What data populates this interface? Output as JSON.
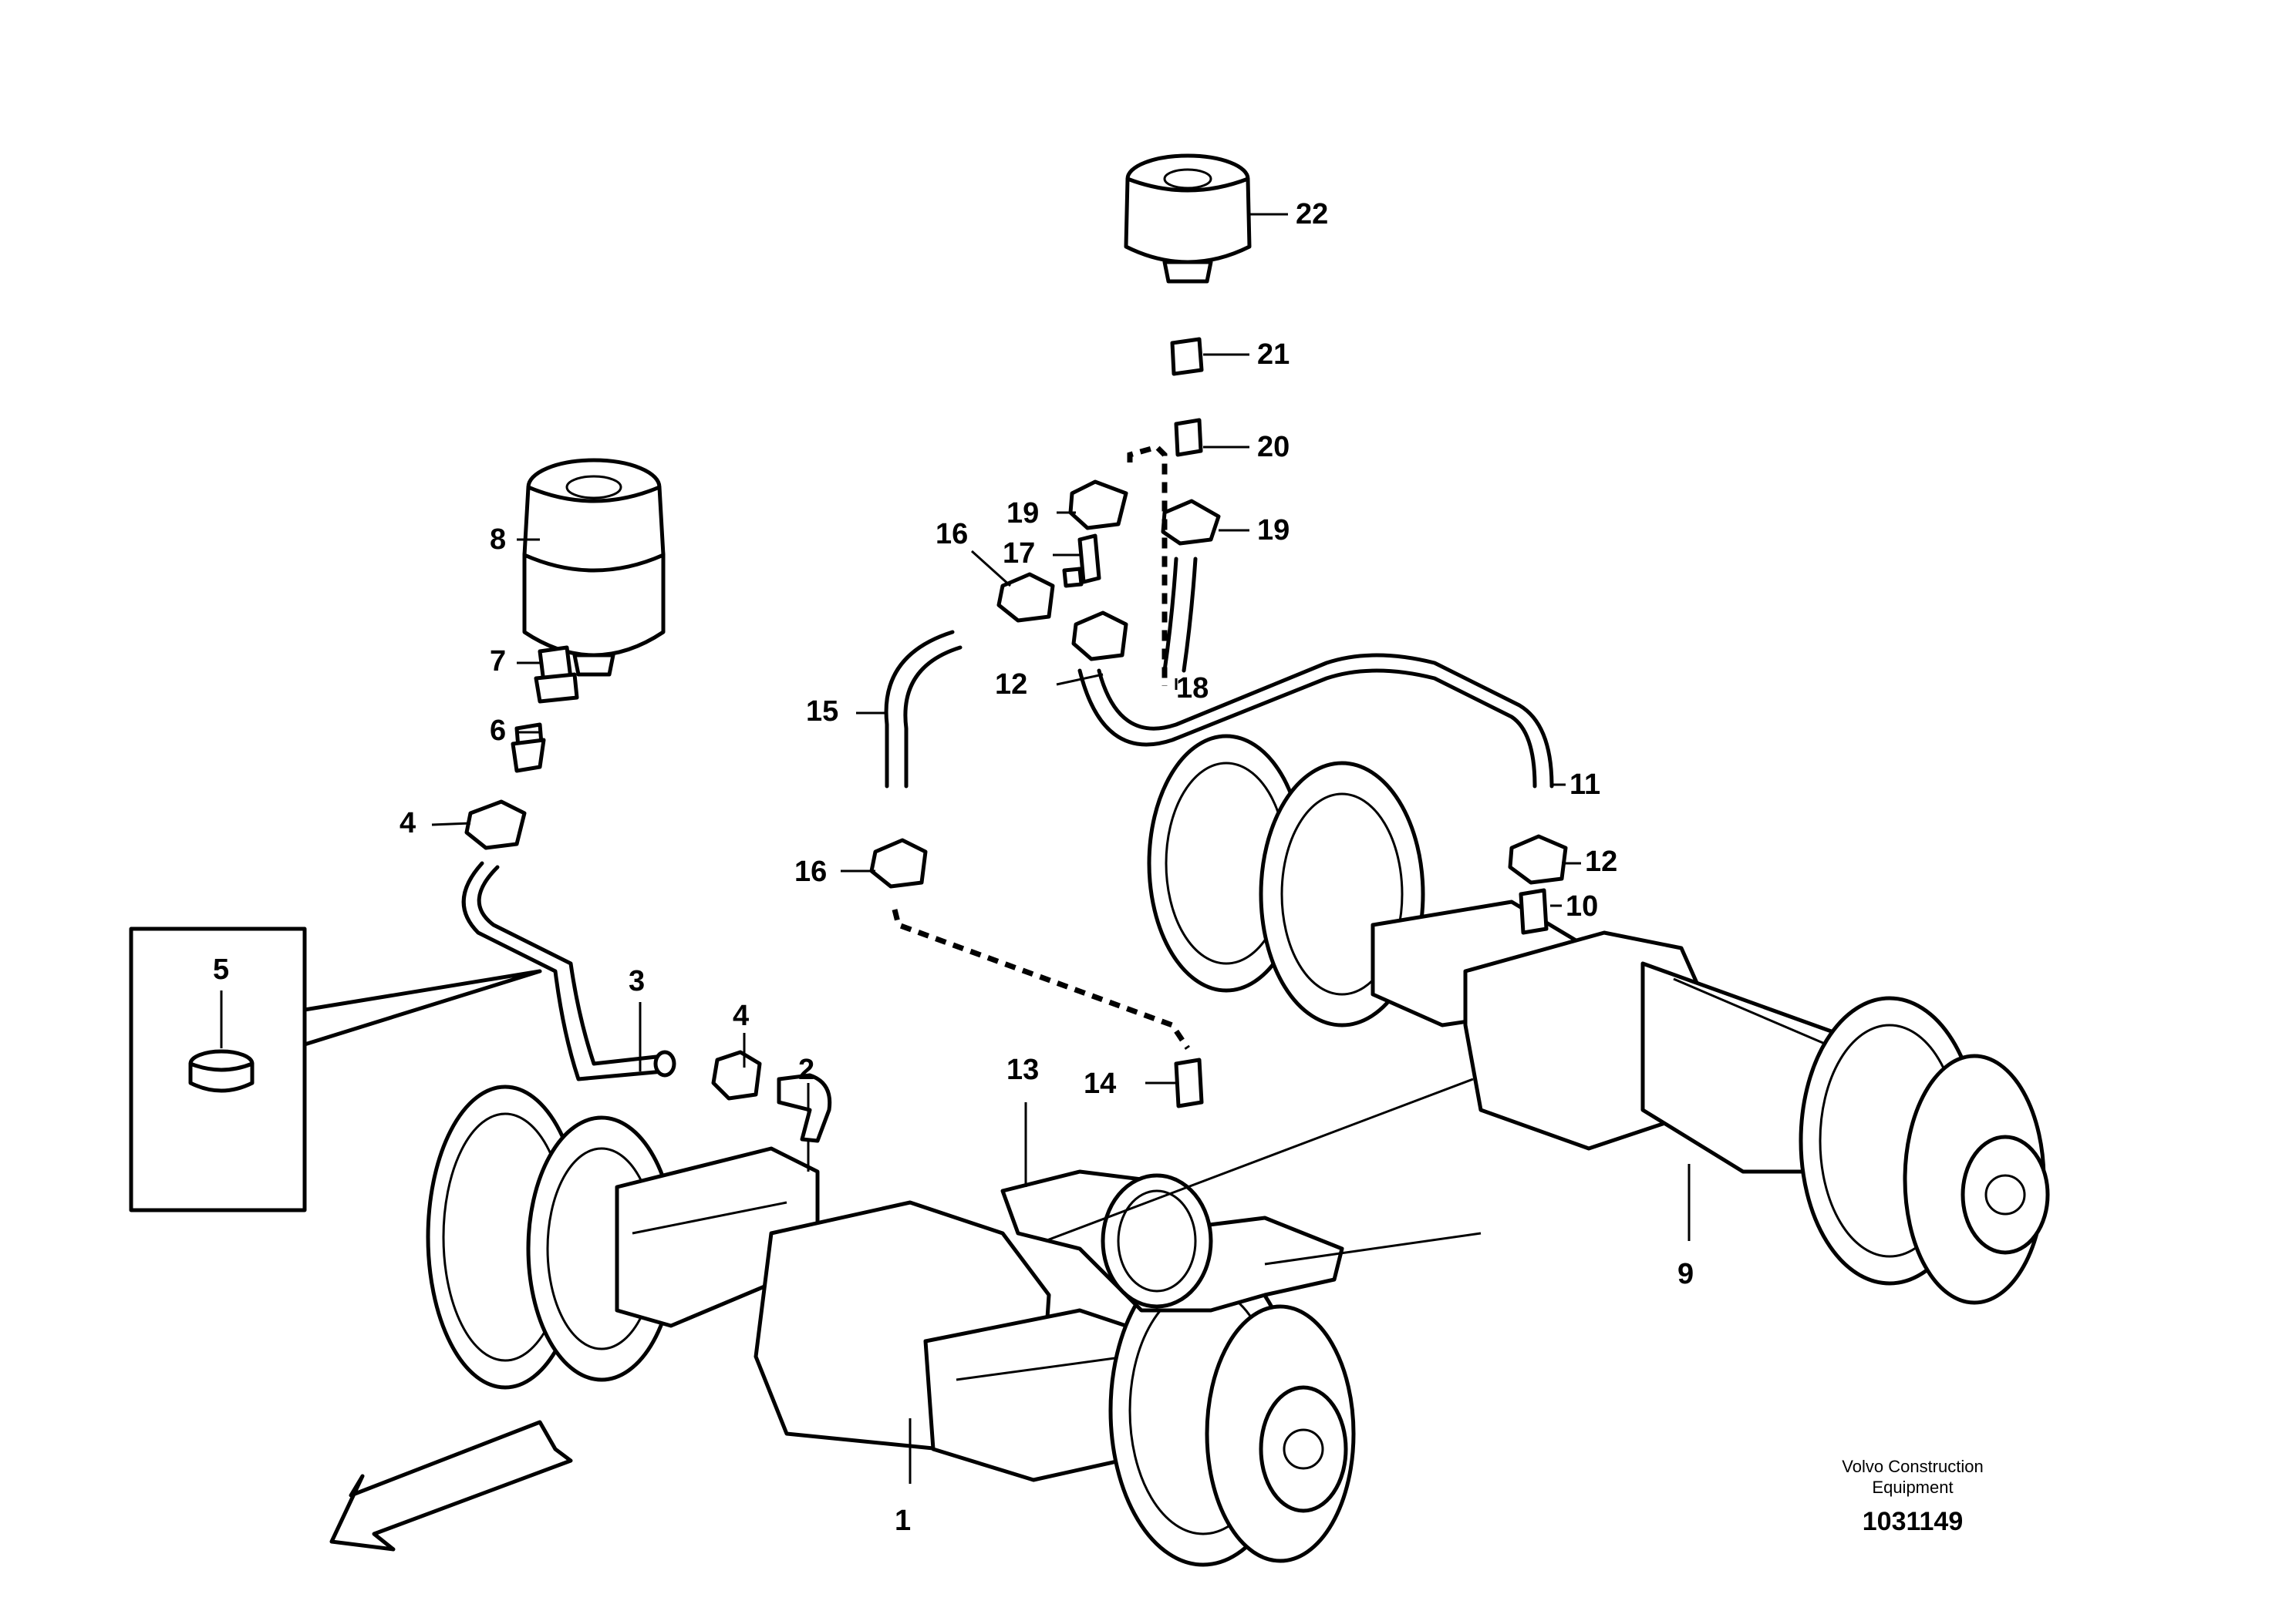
{
  "labels": {
    "p1": "1",
    "p2": "2",
    "p3": "3",
    "p4a": "4",
    "p4b": "4",
    "p5": "5",
    "p6": "6",
    "p7": "7",
    "p8": "8",
    "p9": "9",
    "p10": "10",
    "p11": "11",
    "p12a": "12",
    "p12b": "12",
    "p13": "13",
    "p14": "14",
    "p15": "15",
    "p16a": "16",
    "p16b": "16",
    "p17": "17",
    "p18": "18",
    "p19a": "19",
    "p19b": "19",
    "p20": "20",
    "p21": "21",
    "p22": "22"
  },
  "footer": {
    "company_line1": "Volvo Construction",
    "company_line2": "Equipment",
    "drawing_number": "1031149"
  }
}
